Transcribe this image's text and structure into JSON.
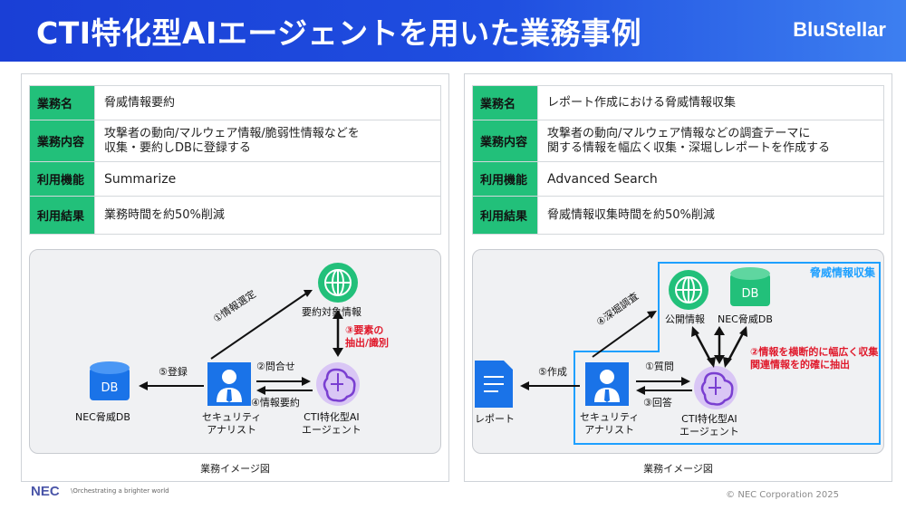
{
  "header": {
    "title": "CTI特化型AIエージェントを用いた業務事例",
    "logo": "BluStellar"
  },
  "left": {
    "rows": [
      {
        "label": "業務名",
        "value": "脅威情報要約"
      },
      {
        "label": "業務内容",
        "value": "攻撃者の動向/マルウェア情報/脆弱性情報などを\n収集・要約しDBに登録する"
      },
      {
        "label": "利用機能",
        "value": "Summarize"
      },
      {
        "label": "利用結果",
        "value": "業務時間を約50%削減"
      }
    ],
    "diagram": {
      "target": "要約対象情報",
      "step1": "①情報選定",
      "step2": "②問合せ",
      "step3a": "③要素の",
      "step3b": "抽出/識別",
      "step4": "④情報要約",
      "step5": "⑤登録",
      "db_label": "NEC脅威DB",
      "db_icon": "DB",
      "analyst1": "セキュリティ",
      "analyst2": "アナリスト",
      "agent1": "CTI特化型AI",
      "agent2": "エージェント"
    },
    "caption": "業務イメージ図"
  },
  "right": {
    "rows": [
      {
        "label": "業務名",
        "value": "レポート作成における脅威情報収集"
      },
      {
        "label": "業務内容",
        "value": "攻撃者の動向/マルウェア情報などの調査テーマに\n関する情報を幅広く収集・深堀しレポートを作成する"
      },
      {
        "label": "利用機能",
        "value": "Advanced Search"
      },
      {
        "label": "利用結果",
        "value": "脅威情報収集時間を約50%削減"
      }
    ],
    "diagram": {
      "box_title": "脅威情報収集",
      "public": "公開情報",
      "db_label": "NEC脅威DB",
      "db_icon": "DB",
      "step1": "①質問",
      "step2a": "②情報を横断的に幅広く収集",
      "step2b": "関連情報を的確に抽出",
      "step3": "③回答",
      "step4": "④深堀調査",
      "step5": "⑤作成",
      "report": "レポート",
      "analyst1": "セキュリティ",
      "analyst2": "アナリスト",
      "agent1": "CTI特化型AI",
      "agent2": "エージェント"
    },
    "caption": "業務イメージ図"
  },
  "footer": {
    "brand": "NEC",
    "tagline": "\\Orchestrating a brighter world",
    "copyright": "© NEC Corporation 2025"
  },
  "colors": {
    "header": "#1f4ee0",
    "label_bg": "#22c07a",
    "accent_red": "#e0192b",
    "box_blue": "#1ea0ff"
  }
}
